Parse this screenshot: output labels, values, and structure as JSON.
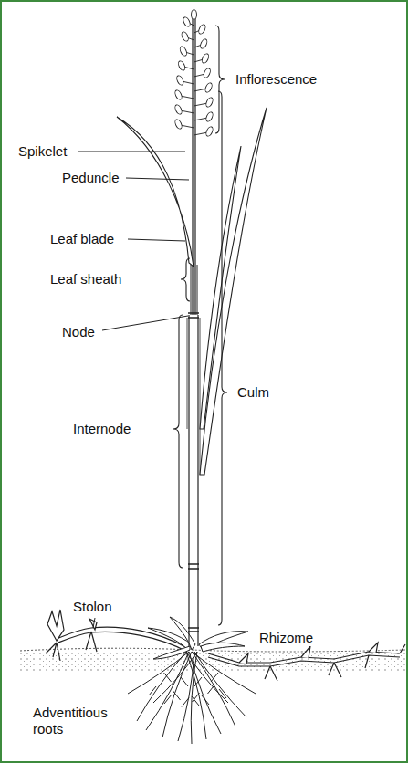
{
  "diagram": {
    "labels": [
      "Spikelet",
      "Inflorescence",
      "Peduncle",
      "Leaf blade",
      "Leaf sheath",
      "Node",
      "Culm",
      "Internode",
      "Stolon",
      "Rhizome",
      "Adventitious roots"
    ]
  }
}
